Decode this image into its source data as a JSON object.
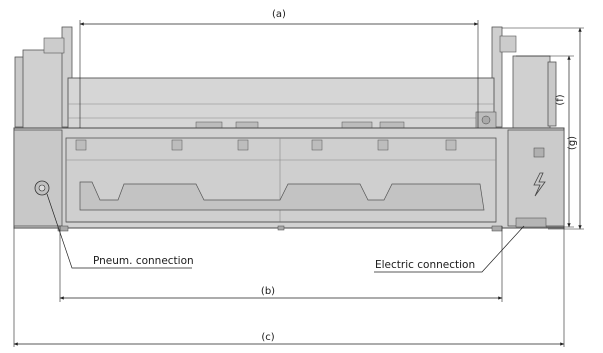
{
  "dimensions": {
    "a": "(a)",
    "b": "(b)",
    "c": "(c)",
    "f": "(f)",
    "g": "(g)"
  },
  "callouts": {
    "pneumatic": "Pneum. connection",
    "electric": "Electric connection"
  },
  "icons": {
    "electric_symbol": "lightning-bolt-icon",
    "pneumatic_port": "circle-port-icon"
  },
  "colors": {
    "machine_fill": "#d4d4d4",
    "machine_dark": "#b8b8b8",
    "outline": "#555555",
    "dimension_line": "#222222"
  }
}
